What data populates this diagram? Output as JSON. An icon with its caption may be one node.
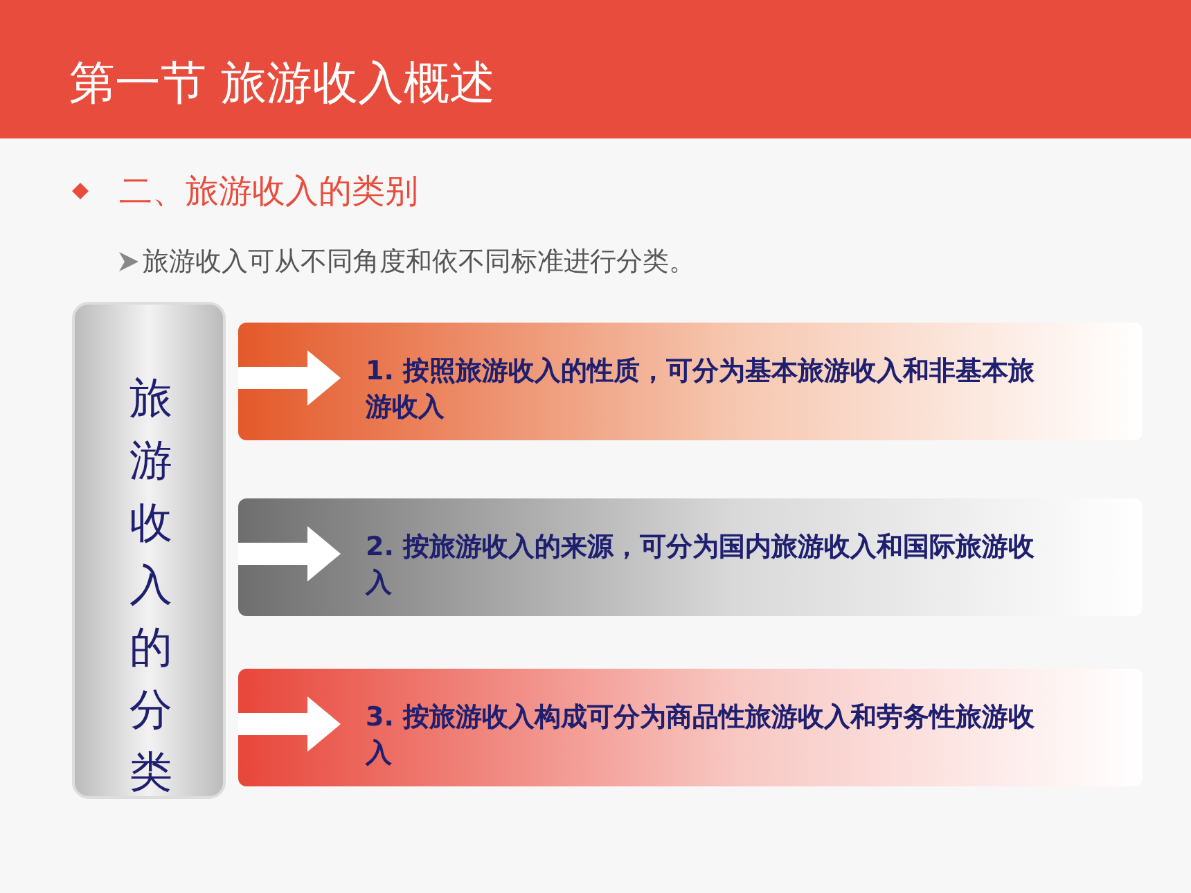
{
  "diagram": {
    "title": "第一节 旅游收入概述",
    "nodes": [
      {
        "text": [
          "旅游收入的分类"
        ]
      },
      {
        "text": [
          "1. 按照旅游收入的性质，可分为基本旅游收入和非基本旅游收入"
        ]
      },
      {
        "text": [
          "2. 按旅游收入的来源，可分为国内旅游收入和国际旅游收入"
        ]
      },
      {
        "text": [
          "3. 按旅游收入构成可分为商品性旅游收入和劳务性旅游收入"
        ]
      }
    ],
    "labels": [
      "二、旅游收入的类别",
      "旅游收入可从不同角度和依不同标准进行分类。"
    ]
  }
}
